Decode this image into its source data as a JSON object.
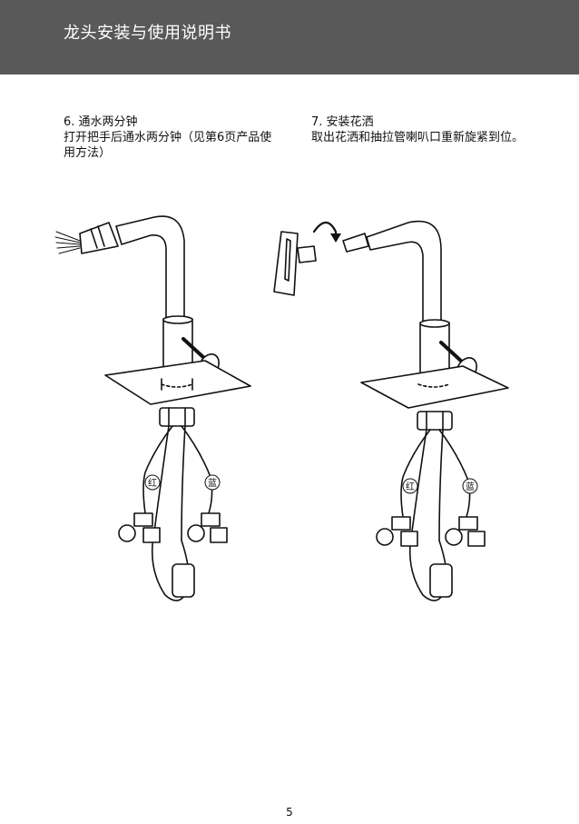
{
  "header": {
    "title": "龙头安装与使用说明书",
    "bg_color": "#595959"
  },
  "steps": [
    {
      "heading": "6. 通水两分钟",
      "body": "打开把手后通水两分钟（见第6页产品使用方法）"
    },
    {
      "heading": "7. 安装花洒",
      "body": "取出花洒和抽拉管喇叭口重新旋紧到位。"
    }
  ],
  "figures": {
    "hose_labels": {
      "hot": "红",
      "cold": "蓝"
    }
  },
  "page": {
    "number": "5"
  }
}
